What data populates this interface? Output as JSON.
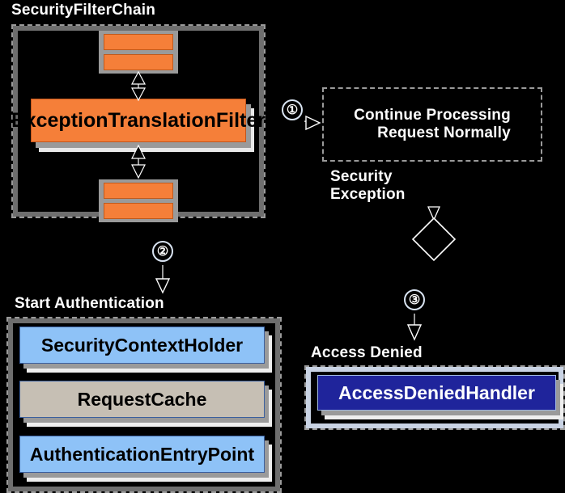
{
  "diagram": {
    "title": "Spring Security ExceptionTranslationFilter flow",
    "background_color": "#000000"
  },
  "groups": {
    "security_filter_chain": {
      "label": "SecurityFilterChain",
      "bounds": "x:14 y:30 w:314 h:240"
    },
    "start_authentication": {
      "label": "Start Authentication",
      "bounds": "x:8 y:390 w:340 h:220"
    },
    "access_denied": {
      "label": "Access Denied",
      "bounds": "x:376 y:450 w:322 h:82"
    }
  },
  "nodes": {
    "exception_translation_filter": {
      "label": "ExceptionTranslationFilter",
      "color": "#f57f39"
    },
    "continue_processing": {
      "label_line1": "Continue Processing",
      "label_line2": "Request Normally"
    },
    "security_context_holder": {
      "label": "SecurityContextHolder",
      "color": "#8ec2f7"
    },
    "request_cache": {
      "label": "RequestCache",
      "color": "#c6bfb4"
    },
    "authentication_entry_point": {
      "label": "AuthenticationEntryPoint",
      "color": "#8ec2f7"
    },
    "access_denied_handler": {
      "label": "AccessDeniedHandler",
      "color": "#1f249b"
    }
  },
  "labels": {
    "security_exception_line1": "Security",
    "security_exception_line2": "Exception"
  },
  "steps": [
    {
      "number": "①",
      "plain": "1"
    },
    {
      "number": "②",
      "plain": "2"
    },
    {
      "number": "③",
      "plain": "3"
    }
  ]
}
